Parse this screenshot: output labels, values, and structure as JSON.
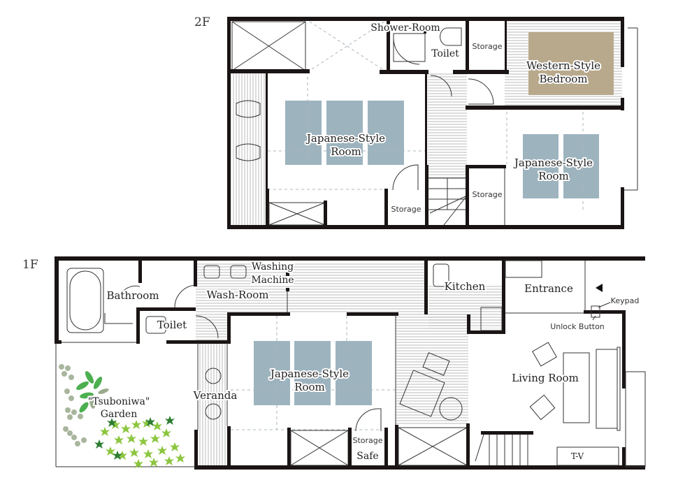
{
  "floors": [
    {
      "id": "2F",
      "label": "2F",
      "rooms": [
        {
          "name": "Shower-Room"
        },
        {
          "name": "Toilet"
        },
        {
          "name": "Storage"
        },
        {
          "name": "Western-Style",
          "name2": "Bedroom"
        },
        {
          "name": "Japanese-Style",
          "name2": "Room"
        },
        {
          "name": "Japanese-Style",
          "name2": "Room"
        },
        {
          "name": "Storage"
        },
        {
          "name": "Storage"
        }
      ]
    },
    {
      "id": "1F",
      "label": "1F",
      "rooms": [
        {
          "name": "Bathroom"
        },
        {
          "name": "Washing",
          "name2": "Machine"
        },
        {
          "name": "Wash-Room"
        },
        {
          "name": "Toilet"
        },
        {
          "name": "Kitchen"
        },
        {
          "name": "Entrance"
        },
        {
          "name": "Keypad"
        },
        {
          "name": "Unlock Button"
        },
        {
          "name": "\"Tsuboniwa\"",
          "name2": "Garden"
        },
        {
          "name": "Veranda"
        },
        {
          "name": "Japanese-Style",
          "name2": "Room"
        },
        {
          "name": "Storage"
        },
        {
          "name": "Safe"
        },
        {
          "name": "Living Room"
        },
        {
          "name": "T-V"
        }
      ]
    }
  ],
  "colors": {
    "wall": "#1a1414",
    "tatami": "#9db4bf",
    "bedroom_rug": "#b9a98c",
    "plant_light": "#8cc63f",
    "plant_dark": "#2e7d32",
    "plant_gray": "#9aaa8c"
  },
  "icons": {
    "entrance_arrow": "entrance-arrow-icon"
  }
}
